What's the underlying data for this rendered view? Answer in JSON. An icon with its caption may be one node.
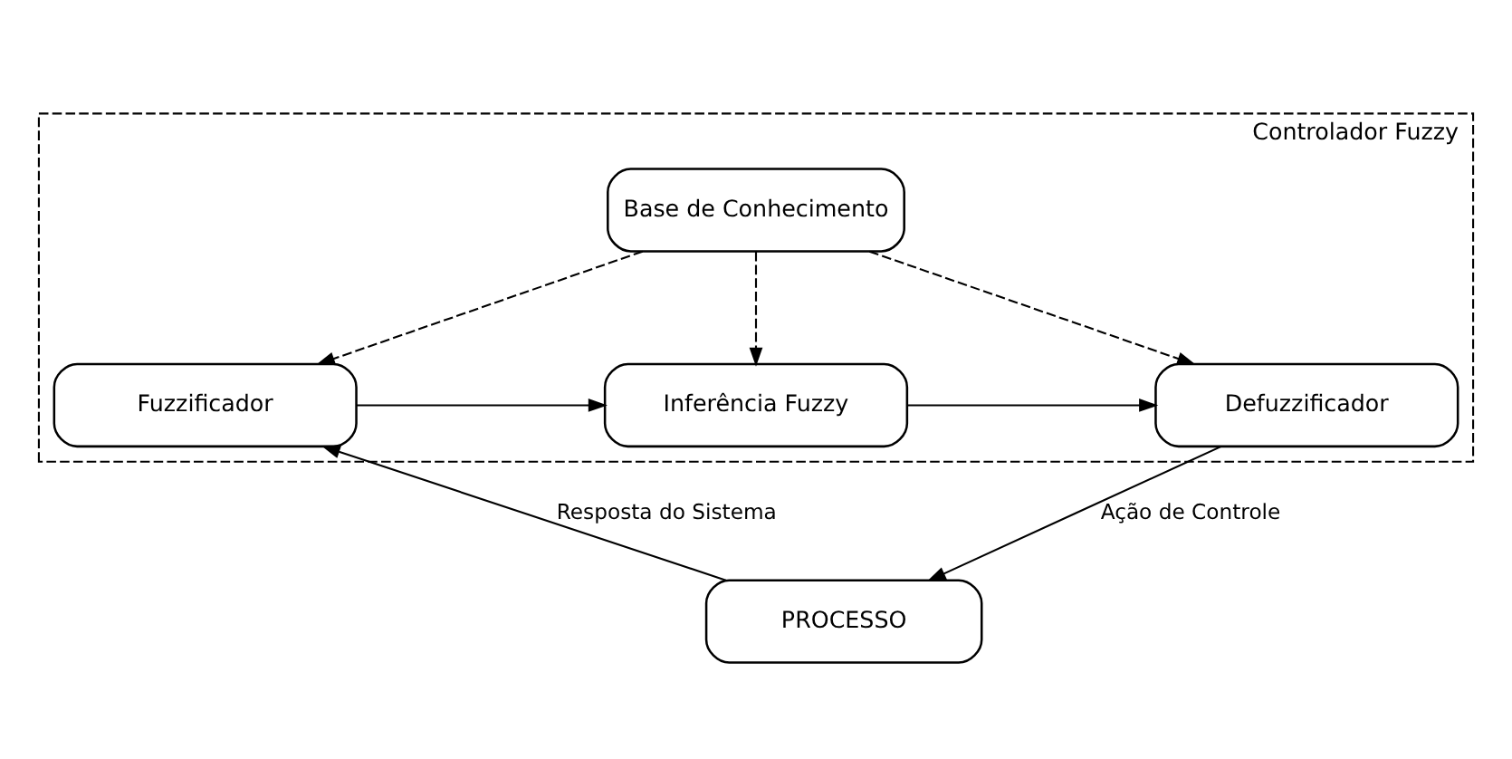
{
  "diagram": {
    "nodes": [
      {
        "text": [
          "Controlador Fuzzy"
        ]
      },
      {
        "text": [
          "Base de Conhecimento"
        ],
        "in": 0
      },
      {
        "text": [
          "Fuzzificador"
        ],
        "in": 0
      },
      {
        "text": [
          "Inferência Fuzzy"
        ],
        "in": 0
      },
      {
        "text": [
          "Defuzzificador"
        ],
        "in": 0
      },
      {
        "text": [
          "PROCESSO"
        ]
      }
    ],
    "edges": [
      {
        "from": 1,
        "to": 2,
        "arrow": "to",
        "style": "dashed"
      },
      {
        "from": 1,
        "to": 3,
        "arrow": "to",
        "style": "dashed"
      },
      {
        "from": 1,
        "to": 4,
        "arrow": "to",
        "style": "dashed"
      },
      {
        "from": 2,
        "to": 3,
        "arrow": "to"
      },
      {
        "from": 3,
        "to": 4,
        "arrow": "to"
      },
      {
        "from": 4,
        "to": 5,
        "arrow": "to",
        "label": "Ação de Controle"
      },
      {
        "from": 5,
        "to": 2,
        "arrow": "to",
        "label": "Resposta do Sistema"
      }
    ]
  }
}
